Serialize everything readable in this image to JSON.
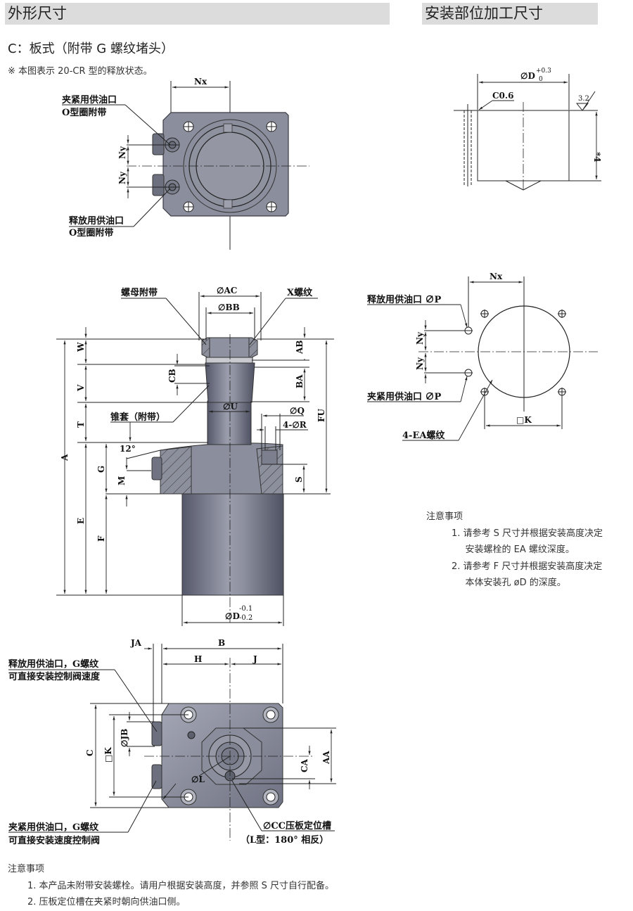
{
  "headers": {
    "left": "外形尺寸",
    "right": "安装部位加工尺寸"
  },
  "subtitle": "C：板式（附带 G 螺纹堵头）",
  "remark": "※ 本图表示 20-CR 型的释放状态。",
  "top_view": {
    "nx": "Nx",
    "ny_upper": "Ny",
    "ny_lower": "Ny",
    "clamp_port_line1": "夹紧用供油口",
    "clamp_port_line2": "O型圈附带",
    "release_port_line1": "释放用供油口",
    "release_port_line2": "O型圈附带"
  },
  "side_view": {
    "nut_label": "螺母附带",
    "x_thread_label": "X螺纹",
    "dia_ac": "∅AC",
    "dia_bb": "∅BB",
    "taper_sleeve_label": "锥套（附带）",
    "dia_u": "∅U",
    "dia_q": "∅Q",
    "four_dia_r": "4-∅R",
    "angle": "12°",
    "w": "W",
    "v": "V",
    "t": "T",
    "cb": "CB",
    "a": "A",
    "g": "G",
    "m": "M",
    "e": "E",
    "f": "F",
    "ab": "AB",
    "ba": "BA",
    "fu": "FU",
    "s": "S",
    "dia_d": "∅D",
    "dia_d_tol_upper": "-0.1",
    "dia_d_tol_lower": "-0.2"
  },
  "bottom_view": {
    "ja": "JA",
    "b": "B",
    "h": "H",
    "j": "J",
    "c": "C",
    "k": "□K",
    "dia_jb": "∅JB",
    "dia_l": "∅L",
    "ca": "CA",
    "aa": "AA",
    "release_port_line1": "释放用供油口，G螺纹",
    "release_port_line2": "可直接安装控制阀速度",
    "clamp_port_line1": "夹紧用供油口，G螺纹",
    "clamp_port_line2": "可直接安装速度控制阀",
    "cc_label": "∅CC压板定位槽",
    "cc_note": "（L型：180° 相反）"
  },
  "mount_hole": {
    "dia_d": "∅D",
    "tol_upper": "+0.3",
    "tol_lower": "0",
    "chamfer": "C0.6",
    "roughness": "3.2",
    "depth": "*4"
  },
  "mount_plan": {
    "nx": "Nx",
    "ny_upper": "Ny",
    "ny_lower": "Ny",
    "release_port": "释放用供油口 ∅P",
    "clamp_port": "夹紧用供油口 ∅P",
    "k": "□K",
    "ea_thread": "4-EA螺纹"
  },
  "right_notes": {
    "title": "注意事项",
    "items": [
      "1. 请参考 S 尺寸并根据安装高度决定安装螺栓的 EA 螺纹深度。",
      "2. 请参考 F 尺寸并根据安装高度决定本体安装孔 øD 的深度。"
    ]
  },
  "bottom_notes": {
    "title": "注意事项",
    "items": [
      "1. 本产品未附带安装螺栓。请用户根据安装高度，并参照 S 尺寸自行配备。",
      "2. 压板定位槽在夹紧时朝向供油口侧。"
    ]
  },
  "colors": {
    "header_bg": "#dcdcdc",
    "body_gray": "#8a8d9a",
    "body_dark": "#5f626e"
  }
}
